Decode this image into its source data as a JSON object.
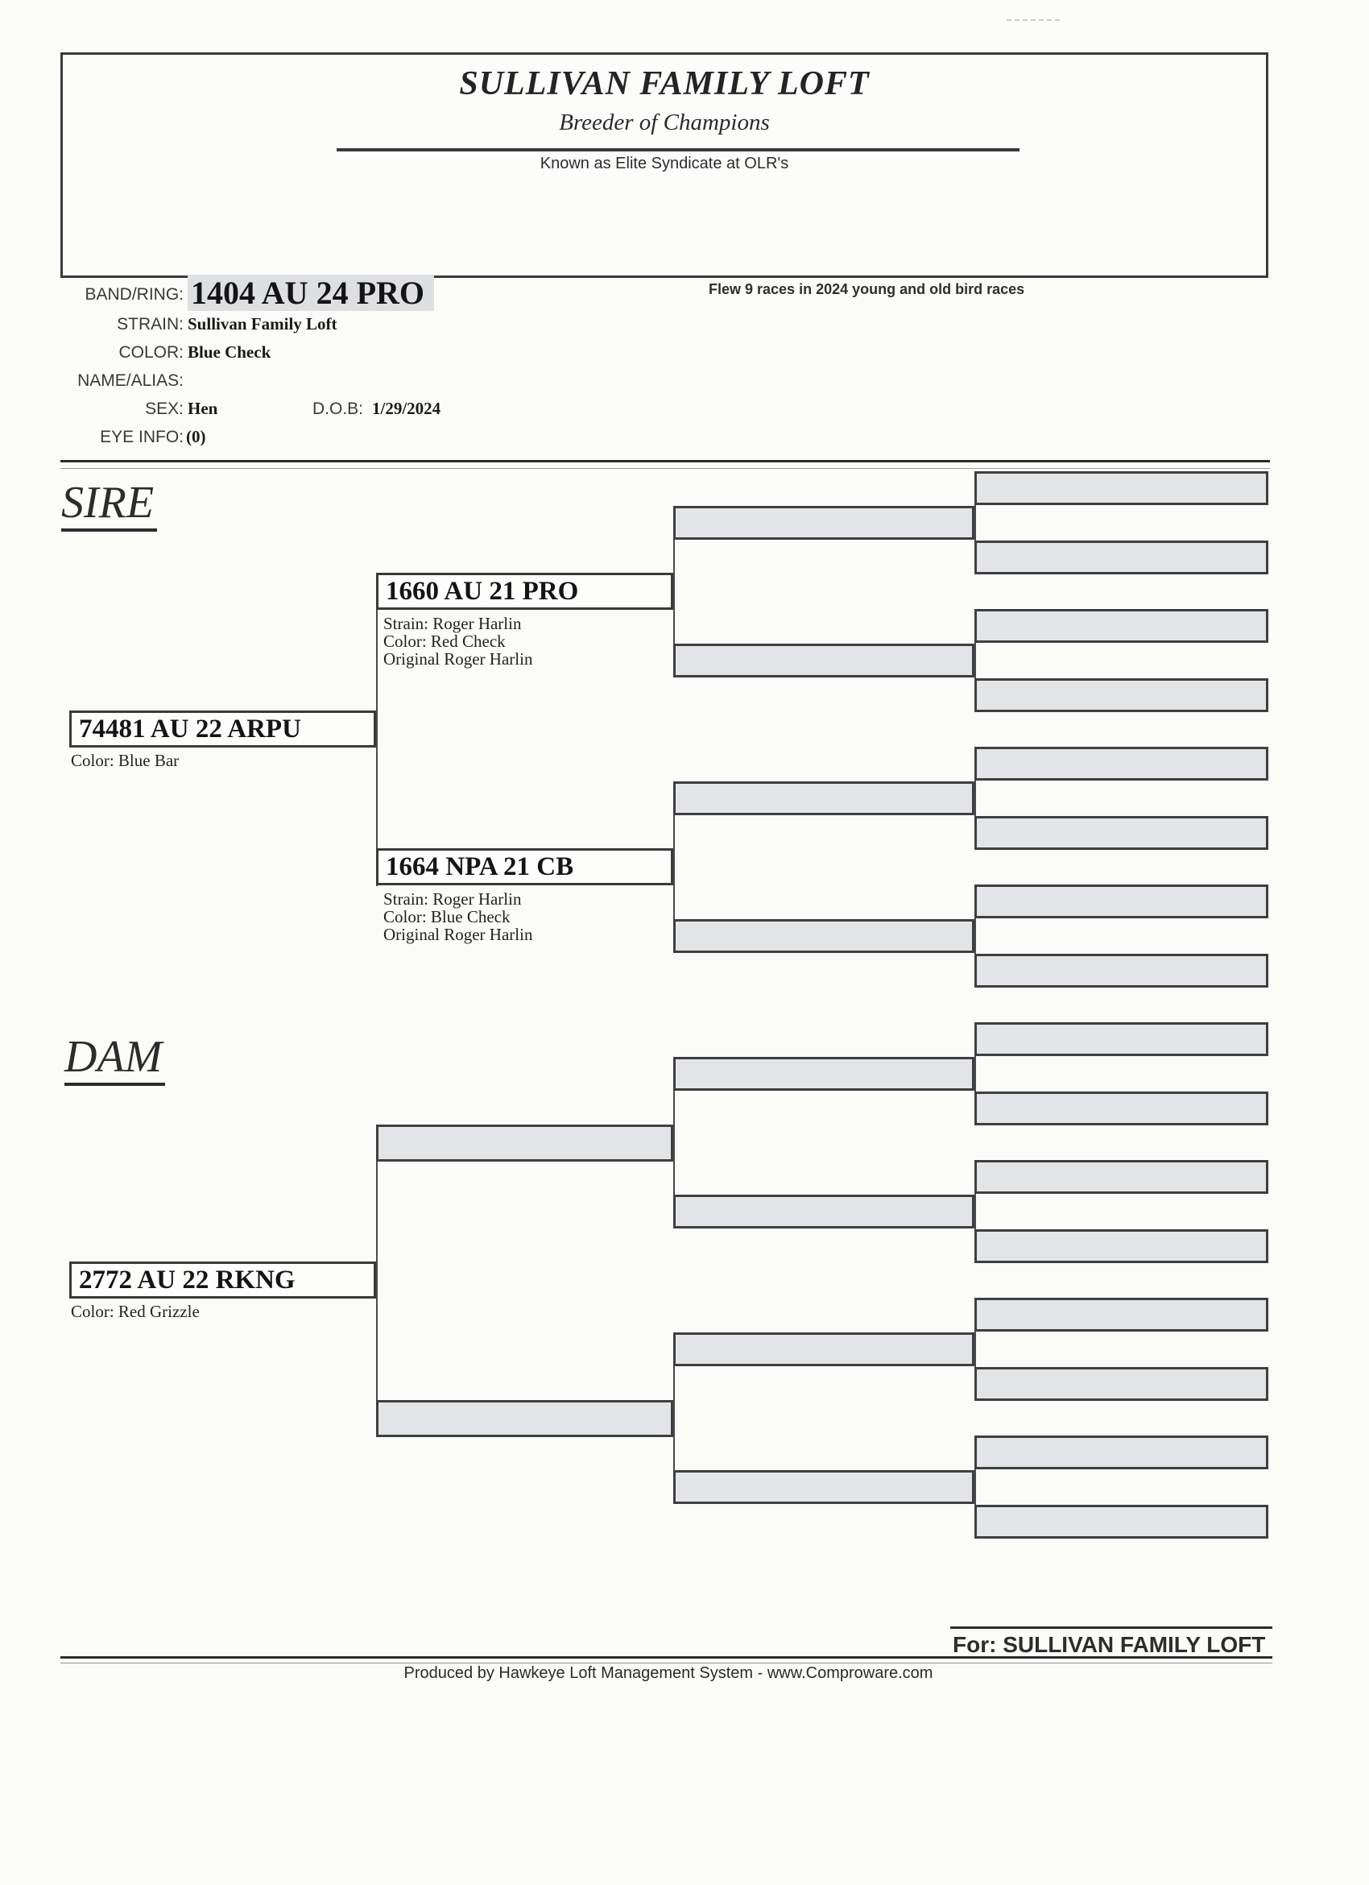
{
  "header": {
    "title": "SULLIVAN FAMILY LOFT",
    "subtitle": "Breeder of Champions",
    "tagline": "Known as Elite Syndicate at OLR's"
  },
  "bird": {
    "band_label": "BAND/RING:",
    "band_value": "1404 AU 24 PRO",
    "strain_label": "STRAIN:",
    "strain_value": "Sullivan Family Loft",
    "color_label": "COLOR:",
    "color_value": "Blue Check",
    "alias_label": "NAME/ALIAS:",
    "alias_value": "",
    "sex_label": "SEX:",
    "sex_value": "Hen",
    "dob_label": "D.O.B:",
    "dob_value": "1/29/2024",
    "eye_label": "EYE INFO:",
    "eye_value": "(0)",
    "race_note": "Flew 9 races in 2024 young and old bird races"
  },
  "sections": {
    "sire_label": "SIRE",
    "dam_label": "DAM"
  },
  "pedigree": {
    "sire": {
      "id": "74481 AU 22 ARPU",
      "details": [
        "Color: Blue Bar"
      ]
    },
    "dam": {
      "id": "2772 AU 22 RKNG",
      "details": [
        "Color: Red Grizzle"
      ]
    },
    "sire_sire": {
      "id": "1660 AU 21 PRO",
      "details": [
        "Strain: Roger Harlin",
        "Color: Red Check",
        "Original Roger Harlin"
      ]
    },
    "sire_dam": {
      "id": "1664 NPA 21 CB",
      "details": [
        "Strain: Roger Harlin",
        "Color: Blue Check",
        "Original Roger Harlin"
      ]
    },
    "empty_slots": {
      "gen3": 2,
      "gen4": 8,
      "gen5": 16
    }
  },
  "footer": {
    "for_line": "For: SULLIVAN FAMILY LOFT",
    "produced_by": "Produced by Hawkeye Loft Management System - www.Comproware.com"
  },
  "colors": {
    "slot_fill": "#e3e4e7",
    "box_border": "#3a3a3c",
    "highlight": "#dedfe1"
  }
}
